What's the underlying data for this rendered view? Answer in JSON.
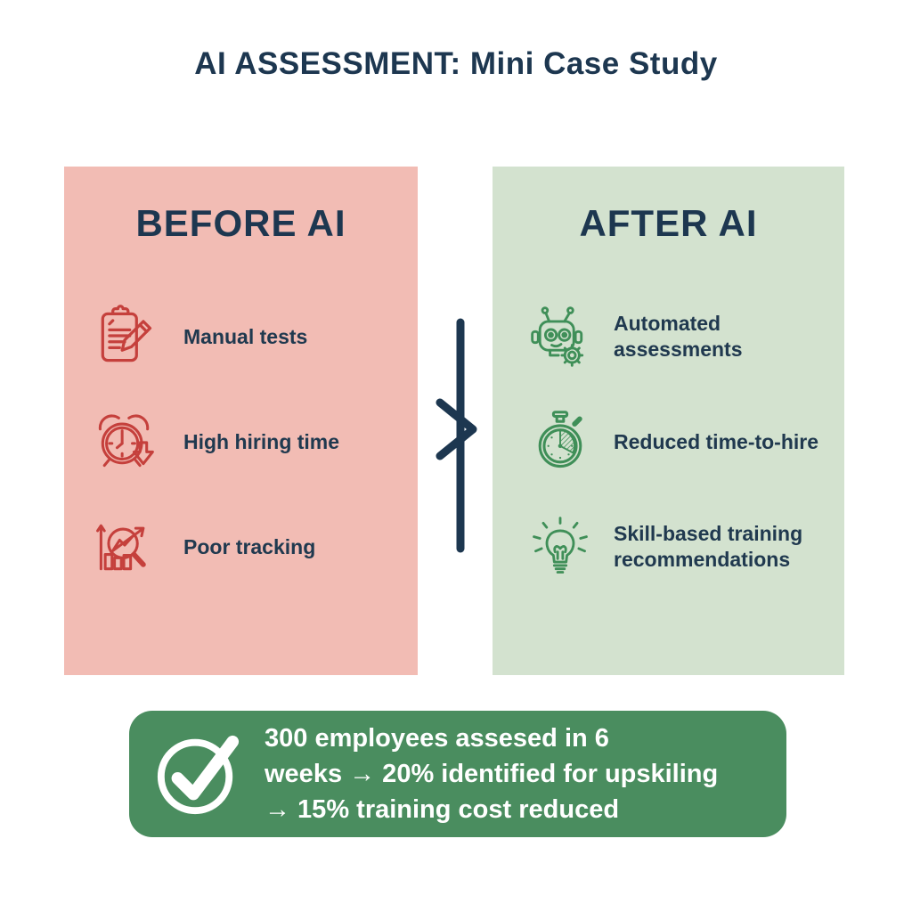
{
  "title": "AI ASSESSMENT: Mini Case Study",
  "colors": {
    "navy": "#1d3750",
    "before_panel_bg": "#f2bcb4",
    "after_panel_bg": "#d3e2cf",
    "before_icon": "#c5403c",
    "after_icon": "#3f8f58",
    "banner_bg": "#4a8d5f",
    "banner_text": "#ffffff"
  },
  "before": {
    "header": "BEFORE AI",
    "items": [
      {
        "icon": "clipboard-pencil-icon",
        "label": "Manual tests"
      },
      {
        "icon": "alarm-clock-down-icon",
        "label": "High hiring time"
      },
      {
        "icon": "chart-magnifier-icon",
        "label": "Poor tracking"
      }
    ]
  },
  "after": {
    "header": "AFTER AI",
    "items": [
      {
        "icon": "robot-gear-icon",
        "label": "Automated assessments"
      },
      {
        "icon": "stopwatch-icon",
        "label": "Reduced time-to-hire"
      },
      {
        "icon": "lightbulb-icon",
        "label": "Skill-based training recommendations"
      }
    ]
  },
  "arrow": {
    "icon": "right-chevron-flow-icon"
  },
  "summary": {
    "icon": "check-circle-icon",
    "lines": [
      "300 employees assesed in 6",
      "weeks → 20% identified for upskiling",
      "→ 15% training cost reduced"
    ]
  }
}
